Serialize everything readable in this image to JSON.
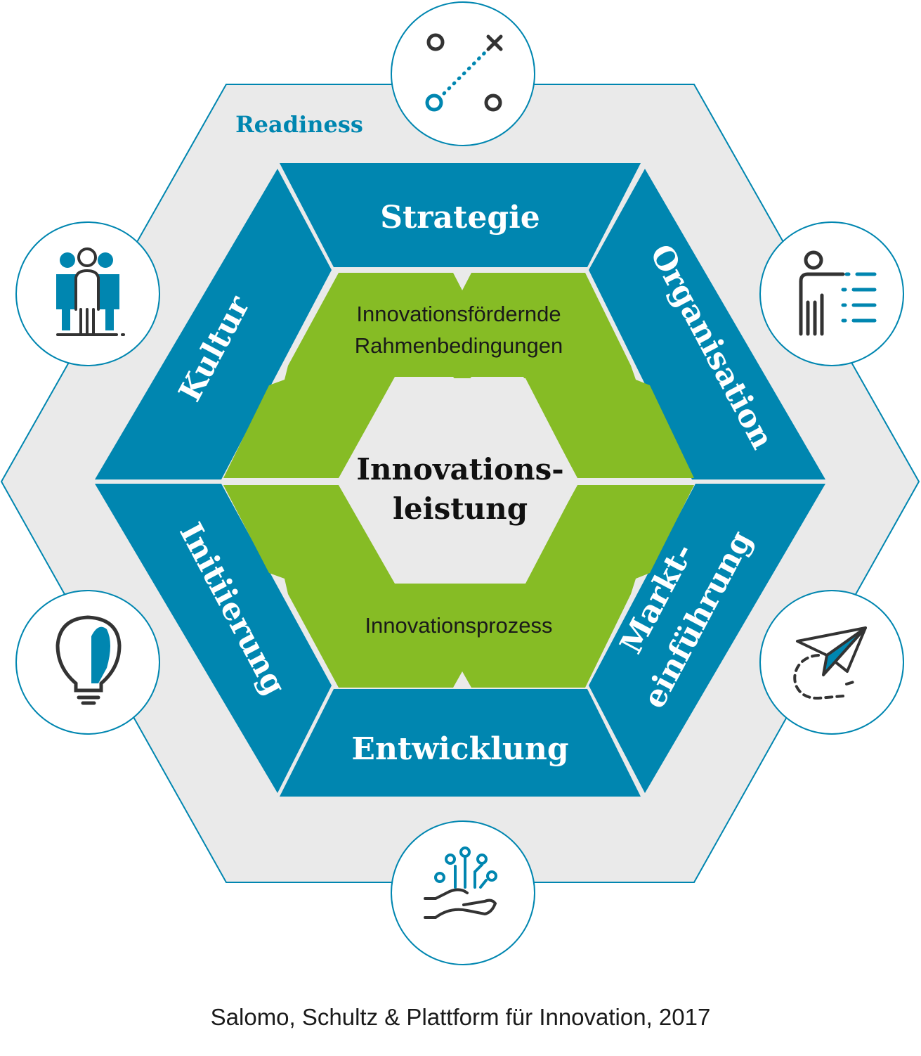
{
  "colors": {
    "outer_hex": "#eaeaea",
    "blue": "#0086b0",
    "green": "#86bc25",
    "center": "#eaeaea",
    "dark": "#333333",
    "icon_blue": "#0086b0",
    "white": "#ffffff"
  },
  "outer_label": "Readiness",
  "segments": {
    "top": "Strategie",
    "upper_right": "Organisation",
    "lower_right_line1": "Markt-",
    "lower_right_line2": "einführung",
    "bottom": "Entwicklung",
    "lower_left": "Initiierung",
    "upper_left": "Kultur"
  },
  "green": {
    "upper_line1": "Innovationsfördernde",
    "upper_line2": "Rahmenbedingungen",
    "lower": "Innovationsprozess"
  },
  "center": {
    "line1": "Innovations-",
    "line2": "leistung"
  },
  "icons": {
    "top": "strategy-play-icon",
    "upper_right": "presenter-list-icon",
    "lower_right": "paper-plane-icon",
    "bottom": "hand-circuit-icon",
    "lower_left": "lightbulb-icon",
    "upper_left": "team-people-icon"
  },
  "caption": "Salomo, Schultz & Plattform für Innovation, 2017"
}
